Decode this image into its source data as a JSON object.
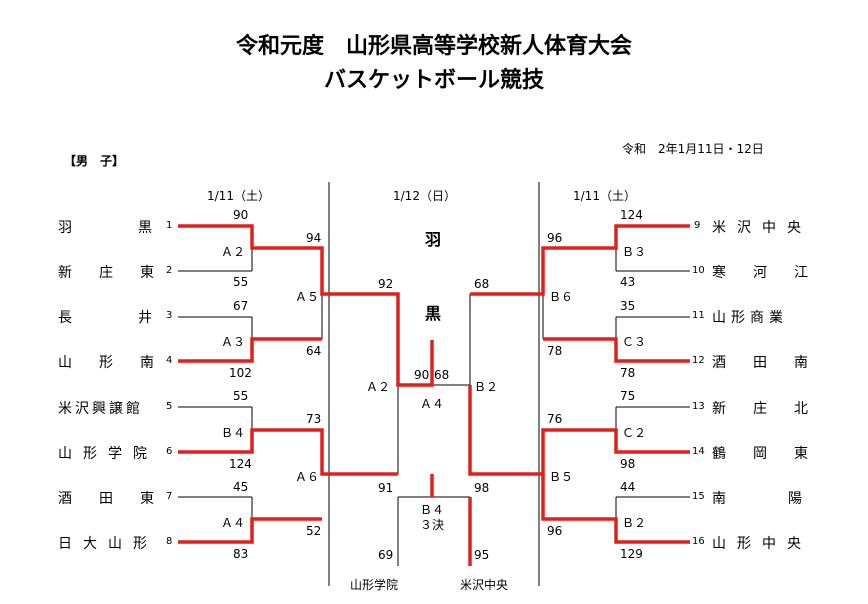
{
  "header": {
    "title_line1": "令和元度　山形県高等学校新人体育大会",
    "title_line2": "バスケットボール競技",
    "date": "令和　2年1月11日・12日",
    "division": "【男　子】"
  },
  "columns": {
    "left_date": "1/11（土）",
    "center_date": "1/12（日）",
    "right_date": "1/11（土）"
  },
  "champion": {
    "char1": "羽",
    "char2": "黒"
  },
  "left_teams": [
    {
      "name": "羽黒",
      "seed": "1"
    },
    {
      "name": "新庄東",
      "seed": "2"
    },
    {
      "name": "長井",
      "seed": "3"
    },
    {
      "name": "山形南",
      "seed": "4"
    },
    {
      "name": "米沢興譲館",
      "seed": "5"
    },
    {
      "name": "山形学院",
      "seed": "6"
    },
    {
      "name": "酒田東",
      "seed": "7"
    },
    {
      "name": "日大山形",
      "seed": "8"
    }
  ],
  "right_teams": [
    {
      "name": "米沢中央",
      "seed": "9"
    },
    {
      "name": "寒河江",
      "seed": "10"
    },
    {
      "name": "山形商業",
      "seed": "11"
    },
    {
      "name": "酒田南",
      "seed": "12"
    },
    {
      "name": "新庄北",
      "seed": "13"
    },
    {
      "name": "鶴岡東",
      "seed": "14"
    },
    {
      "name": "南陽",
      "seed": "15"
    },
    {
      "name": "山形中央",
      "seed": "16"
    }
  ],
  "scores": {
    "r1_l1_top": "90",
    "r1_l1_bot": "55",
    "r1_l2_top": "67",
    "r1_l2_bot": "102",
    "r1_l3_top": "55",
    "r1_l3_bot": "124",
    "r1_l4_top": "45",
    "r1_l4_bot": "83",
    "r1_r1_top": "124",
    "r1_r1_bot": "43",
    "r1_r2_top": "35",
    "r1_r2_bot": "78",
    "r1_r3_top": "75",
    "r1_r3_bot": "98",
    "r1_r4_top": "44",
    "r1_r4_bot": "129",
    "r2_la_top": "94",
    "r2_la_bot": "64",
    "r2_lb_top": "73",
    "r2_lb_bot": "52",
    "r2_ra_top": "96",
    "r2_ra_bot": "78",
    "r2_rb_top": "76",
    "r2_rb_bot": "96",
    "sf_l_top": "92",
    "sf_l_bot": "91",
    "sf_r_top": "68",
    "sf_r_bot": "98",
    "final_l": "90",
    "final_r": "68",
    "third_l": "69",
    "third_r": "95"
  },
  "codes": {
    "a2": "Ａ２",
    "a3": "Ａ３",
    "b4": "Ｂ４",
    "a4": "Ａ４",
    "b3": "Ｂ３",
    "c3": "Ｃ３",
    "c2": "Ｃ２",
    "b2": "Ｂ２",
    "a5": "Ａ５",
    "a6": "Ａ６",
    "b6": "Ｂ６",
    "b5": "Ｂ５",
    "sf_a2": "Ａ２",
    "sf_b2": "Ｂ２",
    "final": "Ａ４",
    "third": "Ｂ４",
    "third_label": "３決"
  },
  "third_place": {
    "left": "山形学院",
    "right": "米沢中央"
  },
  "colors": {
    "winner_line": "#e0201b",
    "line": "#000000"
  }
}
